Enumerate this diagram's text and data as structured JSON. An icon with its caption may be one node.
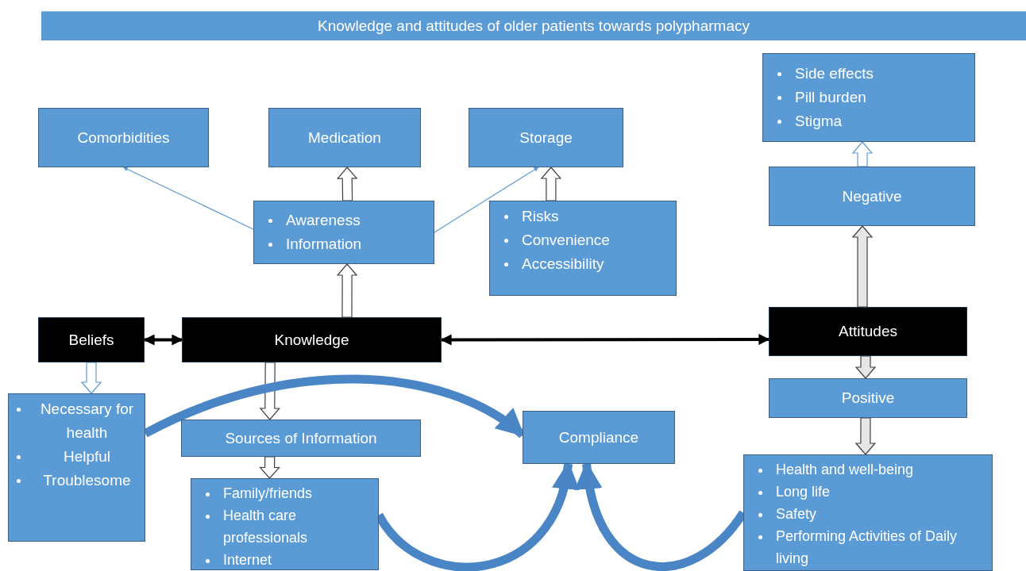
{
  "diagram": {
    "title": "Knowledge and attitudes of older patients towards polypharmacy",
    "nodes": [
      {
        "text": [
          "Comorbidities"
        ]
      },
      {
        "text": [
          "Medication"
        ]
      },
      {
        "text": [
          "Storage"
        ]
      },
      {
        "text": [
          "Side effects",
          "Pill burden",
          "Stigma"
        ]
      },
      {
        "text": [
          "Awareness",
          "Information"
        ]
      },
      {
        "text": [
          "Risks",
          "Convenience",
          "Accessibility"
        ]
      },
      {
        "text": [
          "Negative"
        ]
      },
      {
        "text": [
          "Beliefs"
        ]
      },
      {
        "text": [
          "Knowledge"
        ]
      },
      {
        "text": [
          "Attitudes"
        ]
      },
      {
        "text": [
          "Necessary for health",
          "Helpful",
          "Troublesome"
        ]
      },
      {
        "text": [
          "Sources of Information"
        ]
      },
      {
        "text": [
          "Compliance"
        ]
      },
      {
        "text": [
          "Positive"
        ]
      },
      {
        "text": [
          "Family/friends",
          "Health care professionals",
          "Internet"
        ]
      },
      {
        "text": [
          "Health and well-being",
          "Long life",
          "Safety",
          "Performing Activities of Daily living"
        ]
      }
    ],
    "edges": [
      {
        "from": 4,
        "to": 0,
        "arrow": "to",
        "color": "#5b9bd5"
      },
      {
        "from": 4,
        "to": 1,
        "arrow": "to"
      },
      {
        "from": 4,
        "to": 2,
        "arrow": "to",
        "color": "#5b9bd5"
      },
      {
        "from": 5,
        "to": 2,
        "arrow": "to"
      },
      {
        "from": 6,
        "to": 3,
        "arrow": "to"
      },
      {
        "from": 8,
        "to": 4,
        "arrow": "to"
      },
      {
        "from": 9,
        "to": 6,
        "arrow": "to",
        "color": "#e6e6e6"
      },
      {
        "from": 7,
        "to": 8,
        "arrow": "both",
        "color": "#000000"
      },
      {
        "from": 8,
        "to": 9,
        "arrow": "both",
        "color": "#000000"
      },
      {
        "from": 7,
        "to": 10,
        "arrow": "to"
      },
      {
        "from": 8,
        "to": 11,
        "arrow": "to"
      },
      {
        "from": 11,
        "to": 14,
        "arrow": "to"
      },
      {
        "from": 9,
        "to": 13,
        "arrow": "to",
        "color": "#e6e6e6"
      },
      {
        "from": 13,
        "to": 15,
        "arrow": "to",
        "color": "#e6e6e6"
      },
      {
        "from": 10,
        "to": 12,
        "arrow": "to",
        "style": "thick",
        "color": "#4a86c5"
      },
      {
        "from": 14,
        "to": 12,
        "arrow": "to",
        "style": "thick",
        "color": "#4a86c5"
      },
      {
        "from": 15,
        "to": 12,
        "arrow": "to",
        "style": "thick",
        "color": "#4a86c5"
      }
    ]
  }
}
